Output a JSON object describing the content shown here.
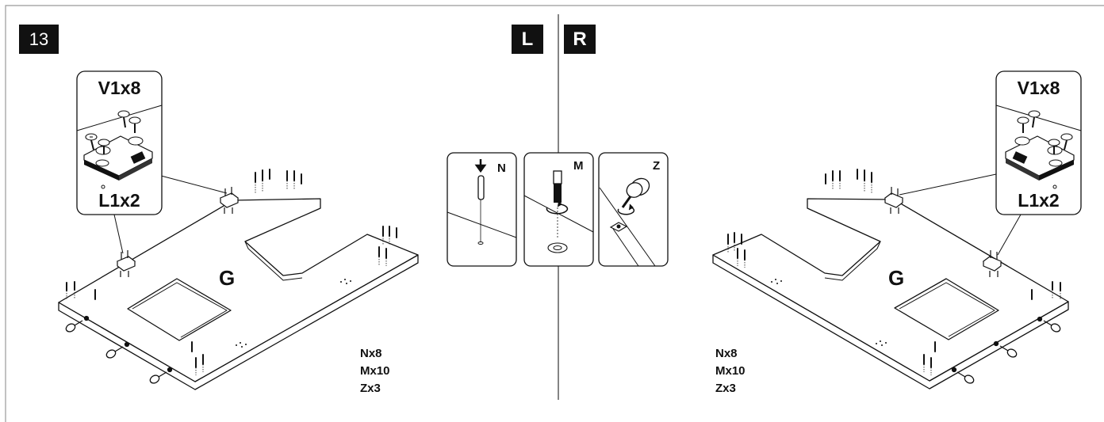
{
  "step_number": "13",
  "sides": {
    "left": "L",
    "right": "R"
  },
  "left_panel": {
    "callout": {
      "top_label": "V1x8",
      "bottom_label": "L1x2"
    },
    "part_label": "G",
    "quantities": [
      "Nx8",
      "Mx10",
      "Zx3"
    ]
  },
  "right_panel": {
    "callout": {
      "top_label": "V1x8",
      "bottom_label": "L1x2"
    },
    "part_label": "G",
    "quantities": [
      "Nx8",
      "Mx10",
      "Zx3"
    ]
  },
  "fastener_details": [
    {
      "label": "N"
    },
    {
      "label": "M"
    },
    {
      "label": "Z"
    }
  ],
  "colors": {
    "ink": "#111111",
    "paper": "#ffffff",
    "rule": "#999999"
  }
}
